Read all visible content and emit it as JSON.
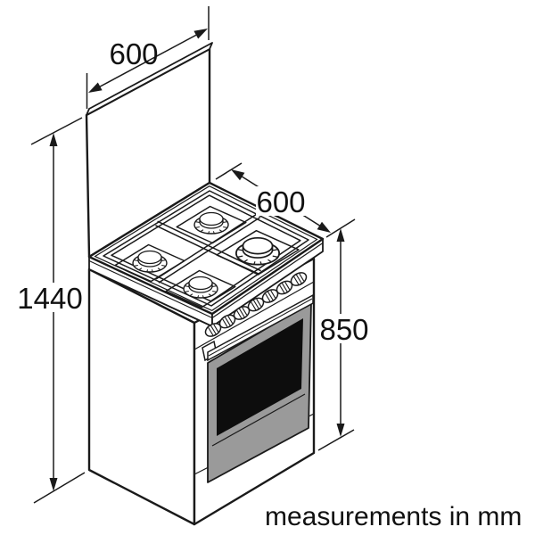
{
  "diagram": {
    "note": "measurements in mm",
    "dimensions": {
      "lid_width_mm": "600",
      "hob_depth_mm": "600",
      "total_height_mm": "1440",
      "body_height_mm": "850"
    },
    "colors": {
      "line": "#1a1a1a",
      "door_panel": "#9a9a9a",
      "oven_window": "#0d0d0d",
      "background": "#ffffff"
    },
    "counts": {
      "burners": 4,
      "control_knobs": 7
    }
  }
}
